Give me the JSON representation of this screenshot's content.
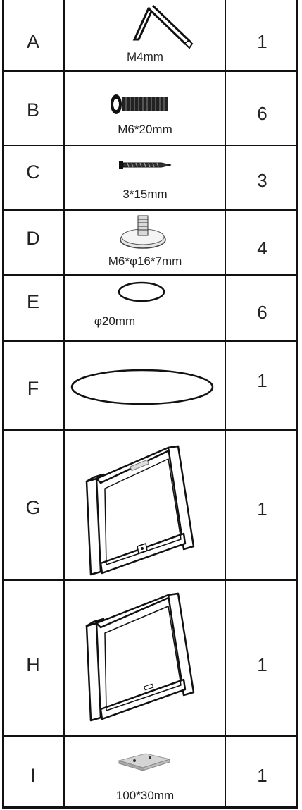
{
  "parts": [
    {
      "letter": "A",
      "icon": "hex-key-icon",
      "size": "M4mm",
      "qty": "1"
    },
    {
      "letter": "B",
      "icon": "bolt-icon",
      "size": "M6*20mm",
      "qty": "6"
    },
    {
      "letter": "C",
      "icon": "wood-screw-icon",
      "size": "3*15mm",
      "qty": "3"
    },
    {
      "letter": "D",
      "icon": "leveling-foot-icon",
      "size": "M6*φ16*7mm",
      "qty": "4"
    },
    {
      "letter": "E",
      "icon": "small-ring-icon",
      "size": "φ20mm",
      "qty": "6"
    },
    {
      "letter": "F",
      "icon": "oval-plate-icon",
      "size": "",
      "qty": "1"
    },
    {
      "letter": "G",
      "icon": "trapezoid-leg-frame-with-bracket-icon",
      "size": "",
      "qty": "1"
    },
    {
      "letter": "H",
      "icon": "trapezoid-leg-frame-icon",
      "size": "",
      "qty": "1"
    },
    {
      "letter": "I",
      "icon": "connector-plate-icon",
      "size": "100*30mm",
      "qty": "1"
    }
  ]
}
